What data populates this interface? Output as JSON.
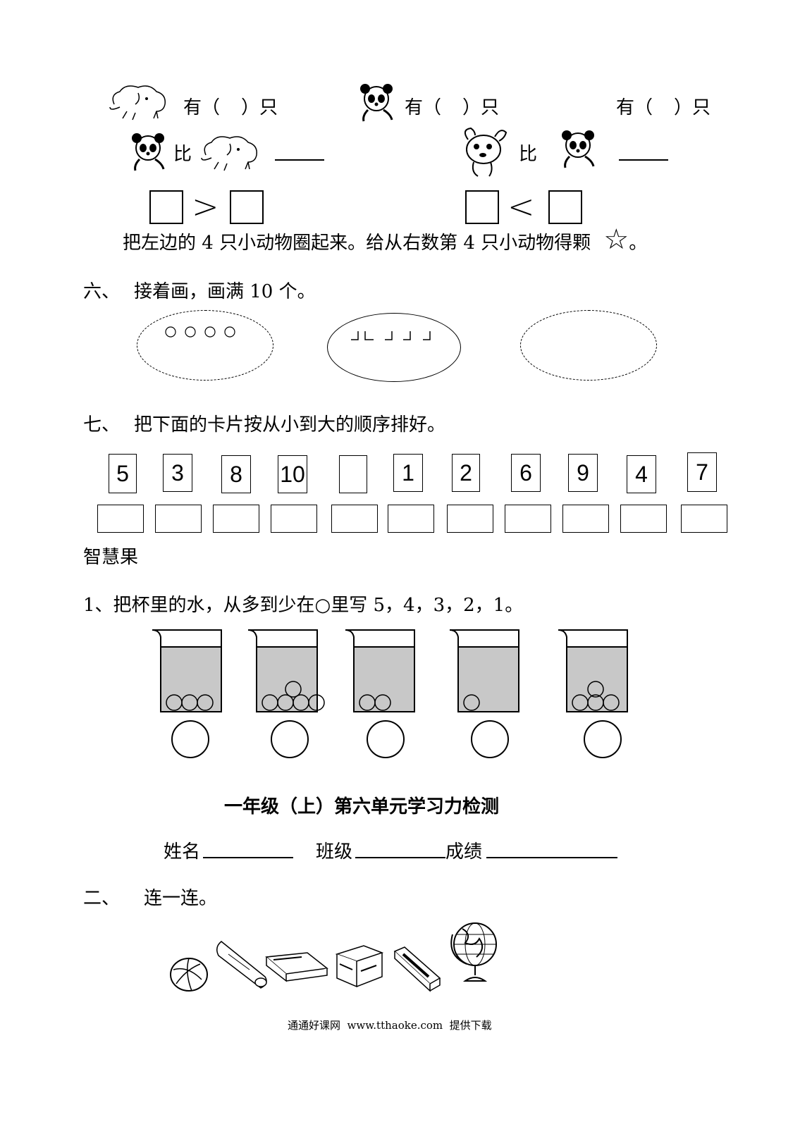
{
  "compare": {
    "row1": [
      {
        "prefix": "有（",
        "suffix": "）只"
      },
      {
        "prefix": "有（",
        "suffix": "）只"
      },
      {
        "prefix": "有（",
        "suffix": "）只"
      }
    ],
    "bi": "比",
    "gt": ">",
    "lt": "<"
  },
  "instr_circle": "把左边的 4 只小动物圈起来。给从右数第 4 只小动物得颗",
  "instr_star": "☆",
  "instr_end": "。",
  "section6": {
    "num": "六、",
    "text": "接着画，画满 10 个。"
  },
  "section7": {
    "num": "七、",
    "text": "把下面的卡片按从小到大的顺序排好。"
  },
  "cards": [
    "5",
    "3",
    "8",
    "10",
    "",
    "1",
    "2",
    "6",
    "9",
    "4",
    "7"
  ],
  "wisdom": "智慧果",
  "cups_instr": "1、把杯里的水，从多到少在○里写 5，4，3，2，1。",
  "cups_balls": [
    3,
    5,
    2,
    1,
    4
  ],
  "title": "一年级（上）第六单元学习力检测",
  "fields": {
    "name": "姓名",
    "class": "班级",
    "score": "成绩"
  },
  "section2": {
    "num": "二、",
    "text": "连一连。"
  },
  "footer": "通通好课网  www.tthaoke.com  提供下载",
  "icons": [
    "elephant-icon",
    "panda-icon",
    "bear-icon",
    "volleyball-icon",
    "paper-roll-icon",
    "pencil-case-icon",
    "box-icon",
    "eraser-icon",
    "globe-icon"
  ]
}
